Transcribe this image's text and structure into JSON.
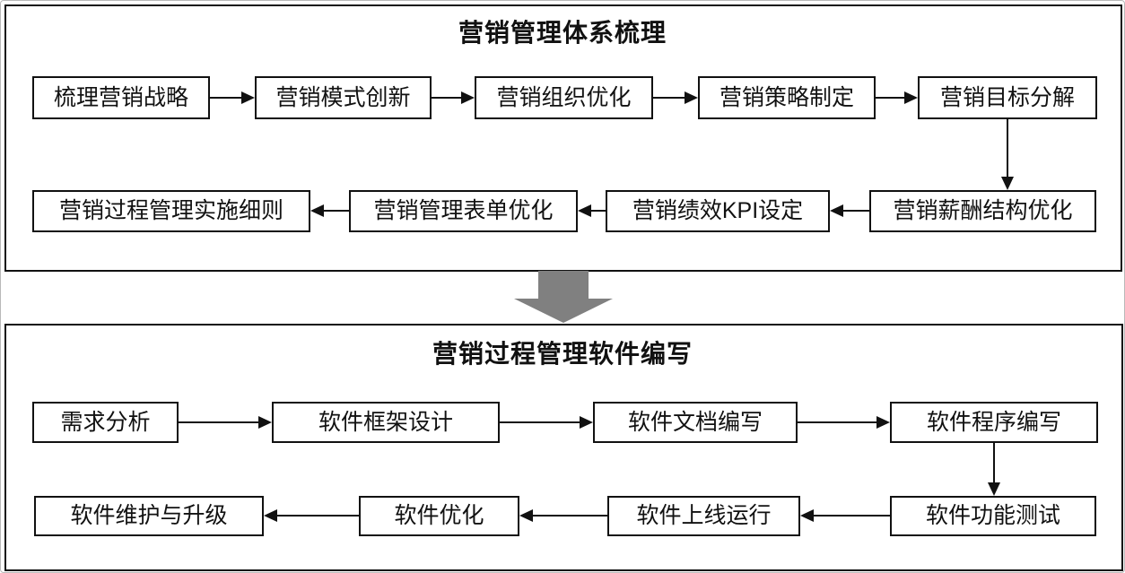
{
  "diagram": {
    "type": "flowchart",
    "colors": {
      "box_border": "#111111",
      "box_fill": "#ffffff",
      "text": "#111111",
      "connector_arrow": "#111111",
      "big_arrow": "#808080",
      "background": "#ffffff"
    },
    "big_arrow_icon": "thick-down-block-arrow",
    "panels": [
      {
        "title": "营销管理体系梳理",
        "rows": [
          {
            "direction": "left-to-right",
            "nodes": [
              "梳理营销战略",
              "营销模式创新",
              "营销组织优化",
              "营销策略制定",
              "营销目标分解"
            ]
          },
          {
            "direction": "right-to-left",
            "nodes": [
              "营销过程管理实施细则",
              "营销管理表单优化",
              "营销绩效KPI设定",
              "营销薪酬结构优化"
            ]
          }
        ],
        "row_link": "营销目标分解 → 营销薪酬结构优化 (vertical arrow down)"
      },
      {
        "title": "营销过程管理软件编写",
        "rows": [
          {
            "direction": "left-to-right",
            "nodes": [
              "需求分析",
              "软件框架设计",
              "软件文档编写",
              "软件程序编写"
            ]
          },
          {
            "direction": "right-to-left",
            "nodes": [
              "软件维护与升级",
              "软件优化",
              "软件上线运行",
              "软件功能测试"
            ]
          }
        ],
        "row_link": "软件程序编写 → 软件功能测试 (vertical arrow down)"
      }
    ],
    "panel_link": "营销管理体系梳理 → 营销过程管理软件编写 (gray block arrow)"
  }
}
